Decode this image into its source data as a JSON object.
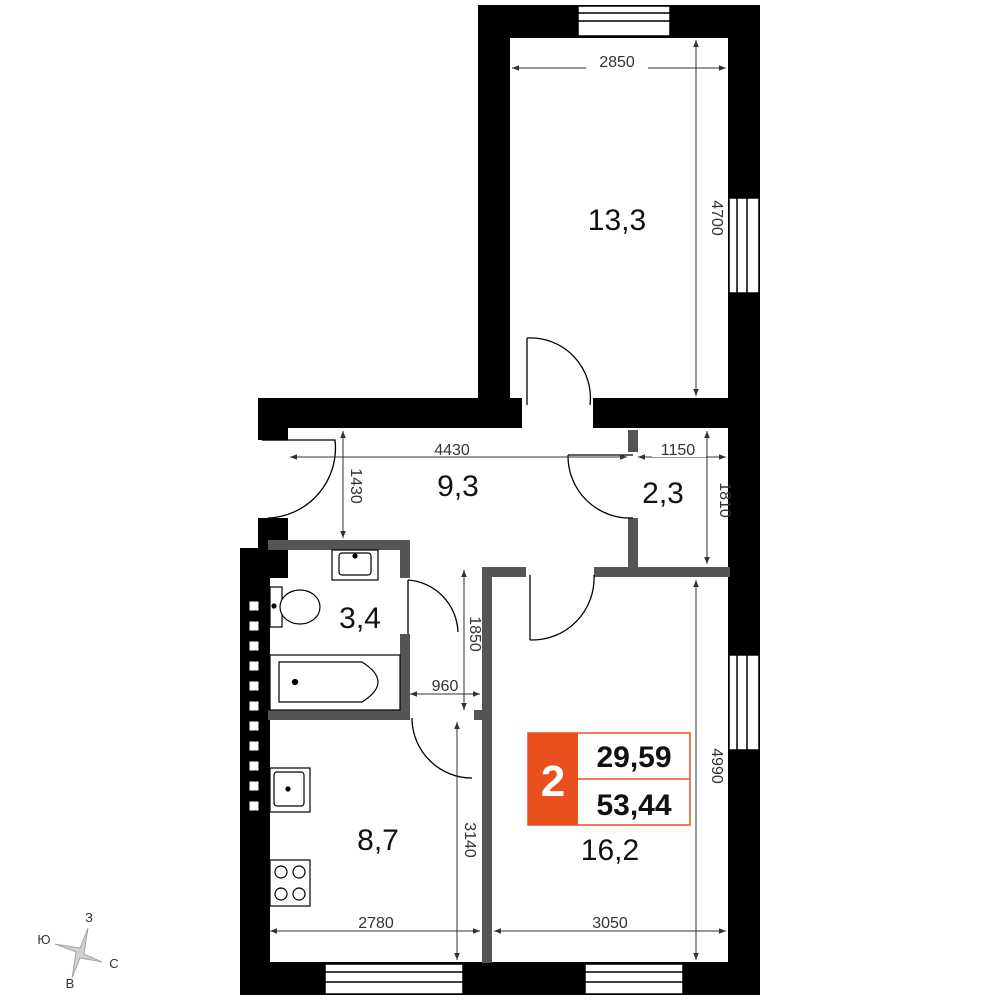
{
  "colors": {
    "wall": "#000000",
    "partition": "#555555",
    "dimension": "#333333",
    "badge_fill": "#e8501e",
    "badge_border": "#e8501e",
    "window": "#ffffff"
  },
  "badge": {
    "rooms": "2",
    "living_area": "29,59",
    "total_area": "53,44"
  },
  "rooms": {
    "bedroom_area": "13,3",
    "hall_area": "9,3",
    "storage_area": "2,3",
    "bathroom_area": "3,4",
    "kitchen_area": "8,7",
    "living_area": "16,2"
  },
  "dimensions": {
    "bedroom_width": "2850",
    "bedroom_length": "4700",
    "hall_width": "4430",
    "hall_depth": "1430",
    "storage_width": "1150",
    "storage_depth": "1810",
    "bathroom_depth": "1850",
    "corridor_width": "960",
    "kitchen_length": "3140",
    "kitchen_width": "2780",
    "living_width": "3050",
    "living_length": "4990"
  },
  "compass": {
    "north": "З",
    "east": "С",
    "south": "В",
    "west": "Ю"
  },
  "icons": [
    "sink-icon",
    "toilet-icon",
    "bathtub-icon",
    "kitchen-sink-icon",
    "stove-icon",
    "compass-icon",
    "window-icon",
    "door-swing-icon"
  ]
}
